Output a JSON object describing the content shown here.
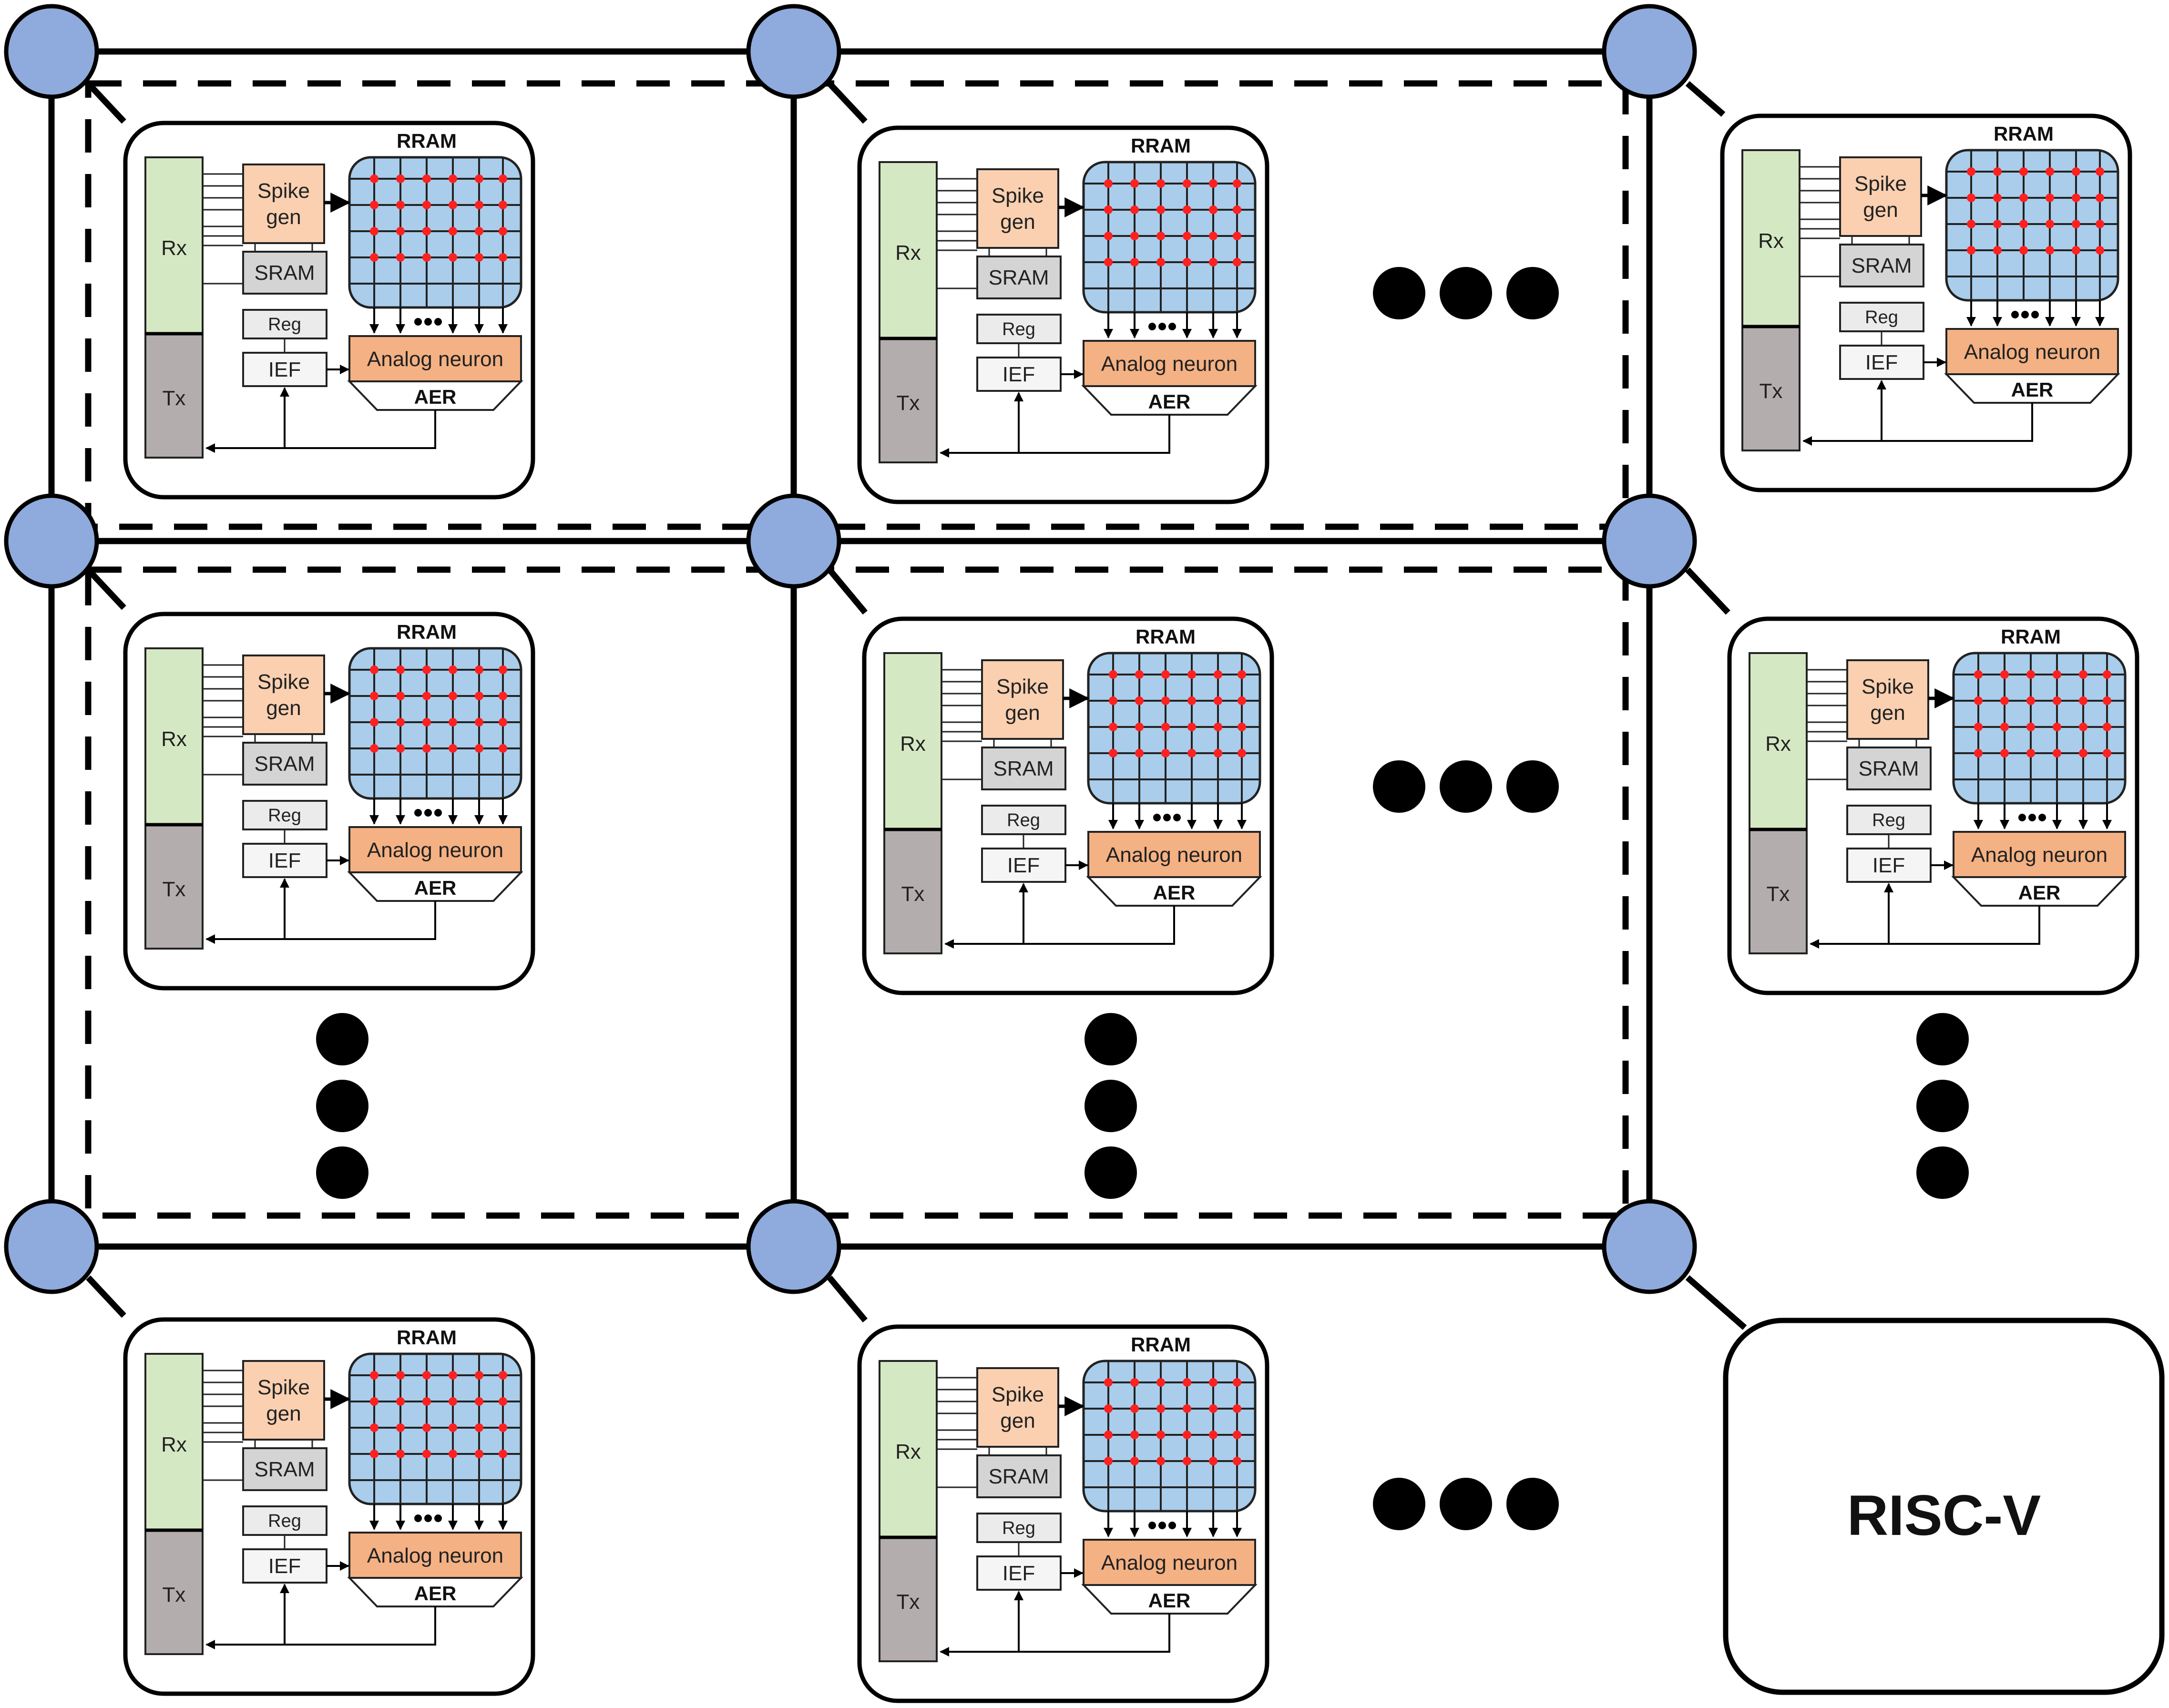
{
  "tile": {
    "rx_label": "Rx",
    "tx_label": "Tx",
    "spike_label_line1": "Spike",
    "spike_label_line2": "gen",
    "sram_label": "SRAM",
    "reg_label": "Reg",
    "ief_label": "IEF",
    "rram_label": "RRAM",
    "neuron_label": "Analog neuron",
    "aer_label": "AER"
  },
  "risc_label": "RISC-V",
  "colors": {
    "router": "#8FAADC",
    "rx": "#D5E8C4",
    "tx": "#B3ADAD",
    "spike": "#FAD0B0",
    "neuron": "#F4B183",
    "rram": "#A9CDEB",
    "rram_node": "#FF2020",
    "sram": "#D4D4D4",
    "reg": "#EBEBEB",
    "ief": "#F5F5F5"
  },
  "icons": [
    "router-node-icon",
    "ellipsis-dots-icon",
    "rram-crossbar-icon"
  ]
}
